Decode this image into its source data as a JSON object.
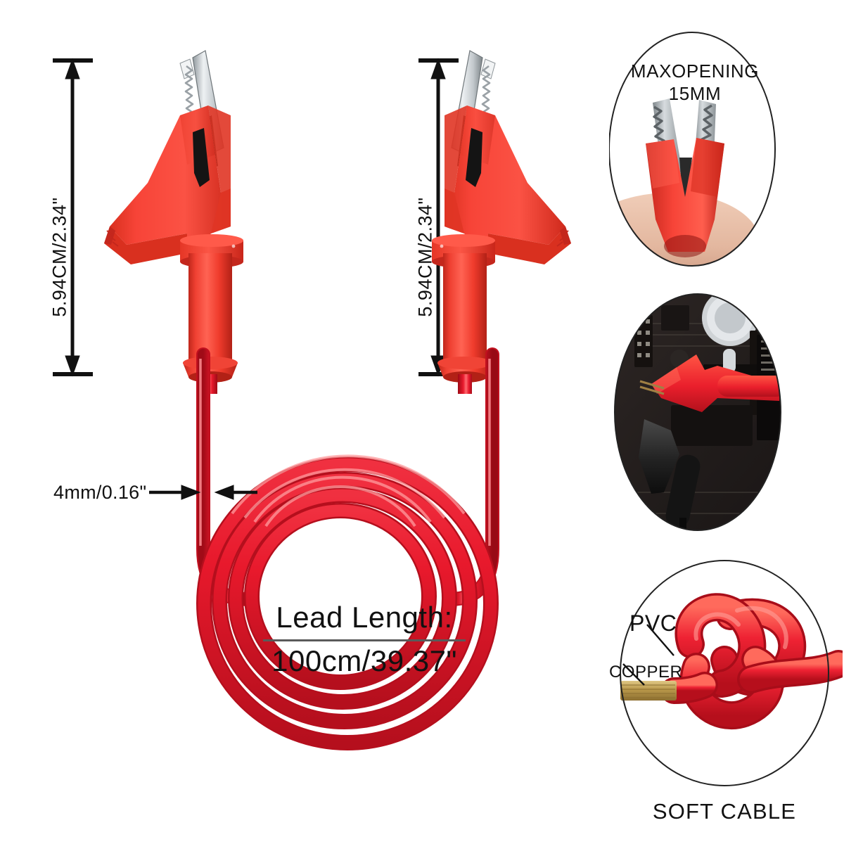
{
  "product": {
    "name": "Alligator clip test lead",
    "colors": {
      "cable_red": "#e8192c",
      "cable_red_dark": "#b70d1c",
      "cable_highlight": "#ff8a8a",
      "boot_red": "#f74438",
      "boot_red_dark": "#c4271d",
      "boot_red_light": "#ff6a5a",
      "metal_light": "#e9ecef",
      "metal_mid": "#b9bfc4",
      "metal_dark": "#6e7579",
      "copper": "#b8974a",
      "copper_light": "#dcc277",
      "outline": "#222222",
      "text": "#111111",
      "rule": "#5a5a5a",
      "skin": "#e7bda6",
      "pcb": "#241f1e"
    }
  },
  "dimensions": {
    "clip_left": {
      "label": "5.94CM/2.34\"",
      "orientation": "vertical"
    },
    "clip_right": {
      "label": "5.94CM/2.34\"",
      "orientation": "vertical"
    },
    "cable_diameter": {
      "label": "4mm/0.16\"",
      "orientation": "horizontal"
    }
  },
  "lead_length": {
    "title": "Lead Length:",
    "value": "100cm/39.37\""
  },
  "callouts": [
    {
      "id": "max-opening",
      "title": "MAXOPENING",
      "subtitle": "15MM",
      "footer": "",
      "image_description": "open alligator clip jaw held on a fingertip"
    },
    {
      "id": "board-usage",
      "title": "",
      "subtitle": "",
      "footer": "",
      "image_description": "red and black alligator clips attached to a computer motherboard"
    },
    {
      "id": "soft-cable",
      "title": "",
      "subtitle": "",
      "footer": "SOFT CABLE",
      "tags": {
        "outer": "PVC",
        "inner": "COPPER"
      },
      "image_description": "red PVC cable tied in a knot with exposed copper strands"
    }
  ]
}
